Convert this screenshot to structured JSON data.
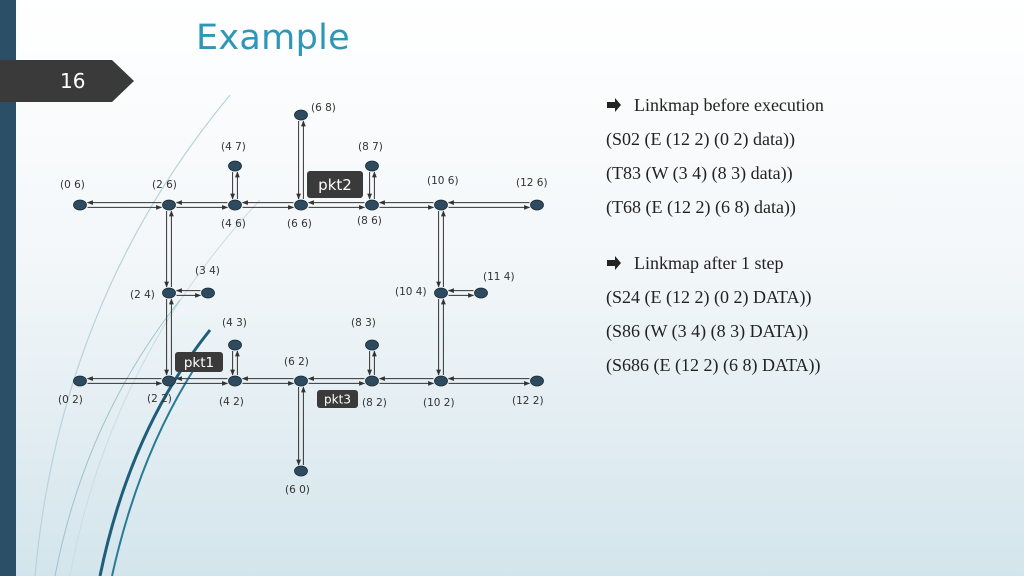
{
  "slide": {
    "title": "Example",
    "number": "16"
  },
  "colors": {
    "title": "#2e97b8",
    "node_fill": "#2e4a5f",
    "edge": "#333333",
    "packet_fill": "#3a3a3a"
  },
  "diagram": {
    "nodes": [
      {
        "id": "n68",
        "label": "(6 8)",
        "gx": 6,
        "gy": 8
      },
      {
        "id": "n47",
        "label": "(4 7)",
        "gx": 4,
        "gy": 7
      },
      {
        "id": "n87",
        "label": "(8 7)",
        "gx": 8,
        "gy": 7
      },
      {
        "id": "n06",
        "label": "(0 6)",
        "gx": 0,
        "gy": 6
      },
      {
        "id": "n26",
        "label": "(2 6)",
        "gx": 2,
        "gy": 6
      },
      {
        "id": "n46",
        "label": "(4 6)",
        "gx": 4,
        "gy": 6
      },
      {
        "id": "n66",
        "label": "(6 6)",
        "gx": 6,
        "gy": 6
      },
      {
        "id": "n86",
        "label": "(8 6)",
        "gx": 8,
        "gy": 6
      },
      {
        "id": "n106",
        "label": "(10 6)",
        "gx": 10,
        "gy": 6
      },
      {
        "id": "n126",
        "label": "(12 6)",
        "gx": 12,
        "gy": 6
      },
      {
        "id": "n34",
        "label": "(3 4)",
        "gx": 3,
        "gy": 4
      },
      {
        "id": "n24",
        "label": "(2 4)",
        "gx": 2,
        "gy": 4
      },
      {
        "id": "n104",
        "label": "(10 4)",
        "gx": 10,
        "gy": 4
      },
      {
        "id": "n114",
        "label": "(11 4)",
        "gx": 11,
        "gy": 4
      },
      {
        "id": "n43",
        "label": "(4 3)",
        "gx": 4,
        "gy": 3
      },
      {
        "id": "n83",
        "label": "(8 3)",
        "gx": 8,
        "gy": 3
      },
      {
        "id": "n02",
        "label": "(0 2)",
        "gx": 0,
        "gy": 2
      },
      {
        "id": "n22",
        "label": "(2 2)",
        "gx": 2,
        "gy": 2
      },
      {
        "id": "n42",
        "label": "(4 2)",
        "gx": 4,
        "gy": 2
      },
      {
        "id": "n62",
        "label": "(6 2)",
        "gx": 6,
        "gy": 2
      },
      {
        "id": "n82",
        "label": "(8 2)",
        "gx": 8,
        "gy": 2
      },
      {
        "id": "n102",
        "label": "(10 2)",
        "gx": 10,
        "gy": 2
      },
      {
        "id": "n122",
        "label": "(12 2)",
        "gx": 12,
        "gy": 2
      },
      {
        "id": "n60",
        "label": "(6 0)",
        "gx": 6,
        "gy": 0
      }
    ],
    "links": [
      [
        "n06",
        "n26"
      ],
      [
        "n26",
        "n46"
      ],
      [
        "n46",
        "n66"
      ],
      [
        "n66",
        "n86"
      ],
      [
        "n86",
        "n106"
      ],
      [
        "n106",
        "n126"
      ],
      [
        "n02",
        "n22"
      ],
      [
        "n22",
        "n42"
      ],
      [
        "n42",
        "n62"
      ],
      [
        "n62",
        "n82"
      ],
      [
        "n82",
        "n102"
      ],
      [
        "n102",
        "n122"
      ],
      [
        "n26",
        "n24"
      ],
      [
        "n24",
        "n22"
      ],
      [
        "n106",
        "n104"
      ],
      [
        "n104",
        "n102"
      ],
      [
        "n66",
        "n68"
      ],
      [
        "n46",
        "n47"
      ],
      [
        "n86",
        "n87"
      ],
      [
        "n24",
        "n34"
      ],
      [
        "n104",
        "n114"
      ],
      [
        "n42",
        "n43"
      ],
      [
        "n82",
        "n83"
      ],
      [
        "n62",
        "n60"
      ]
    ],
    "packets": [
      {
        "id": "pkt2",
        "label": "pkt2",
        "near": "n66"
      },
      {
        "id": "pkt1",
        "label": "pkt1",
        "near": "n22"
      },
      {
        "id": "pkt3",
        "label": "pkt3",
        "near": "n62"
      }
    ]
  },
  "linkmap": {
    "before_heading": "Linkmap before execution",
    "before_lines": [
      "(S02 (E (12 2) (0 2) data))",
      "(T83 (W (3 4) (8 3) data))",
      "(T68 (E (12 2) (6 8) data))"
    ],
    "after_heading": "Linkmap after 1 step",
    "after_lines": [
      "(S24 (E (12 2) (0 2) DATA))",
      "(S86 (W (3 4) (8 3) DATA))",
      "(S686 (E (12 2) (6 8) DATA))"
    ]
  }
}
